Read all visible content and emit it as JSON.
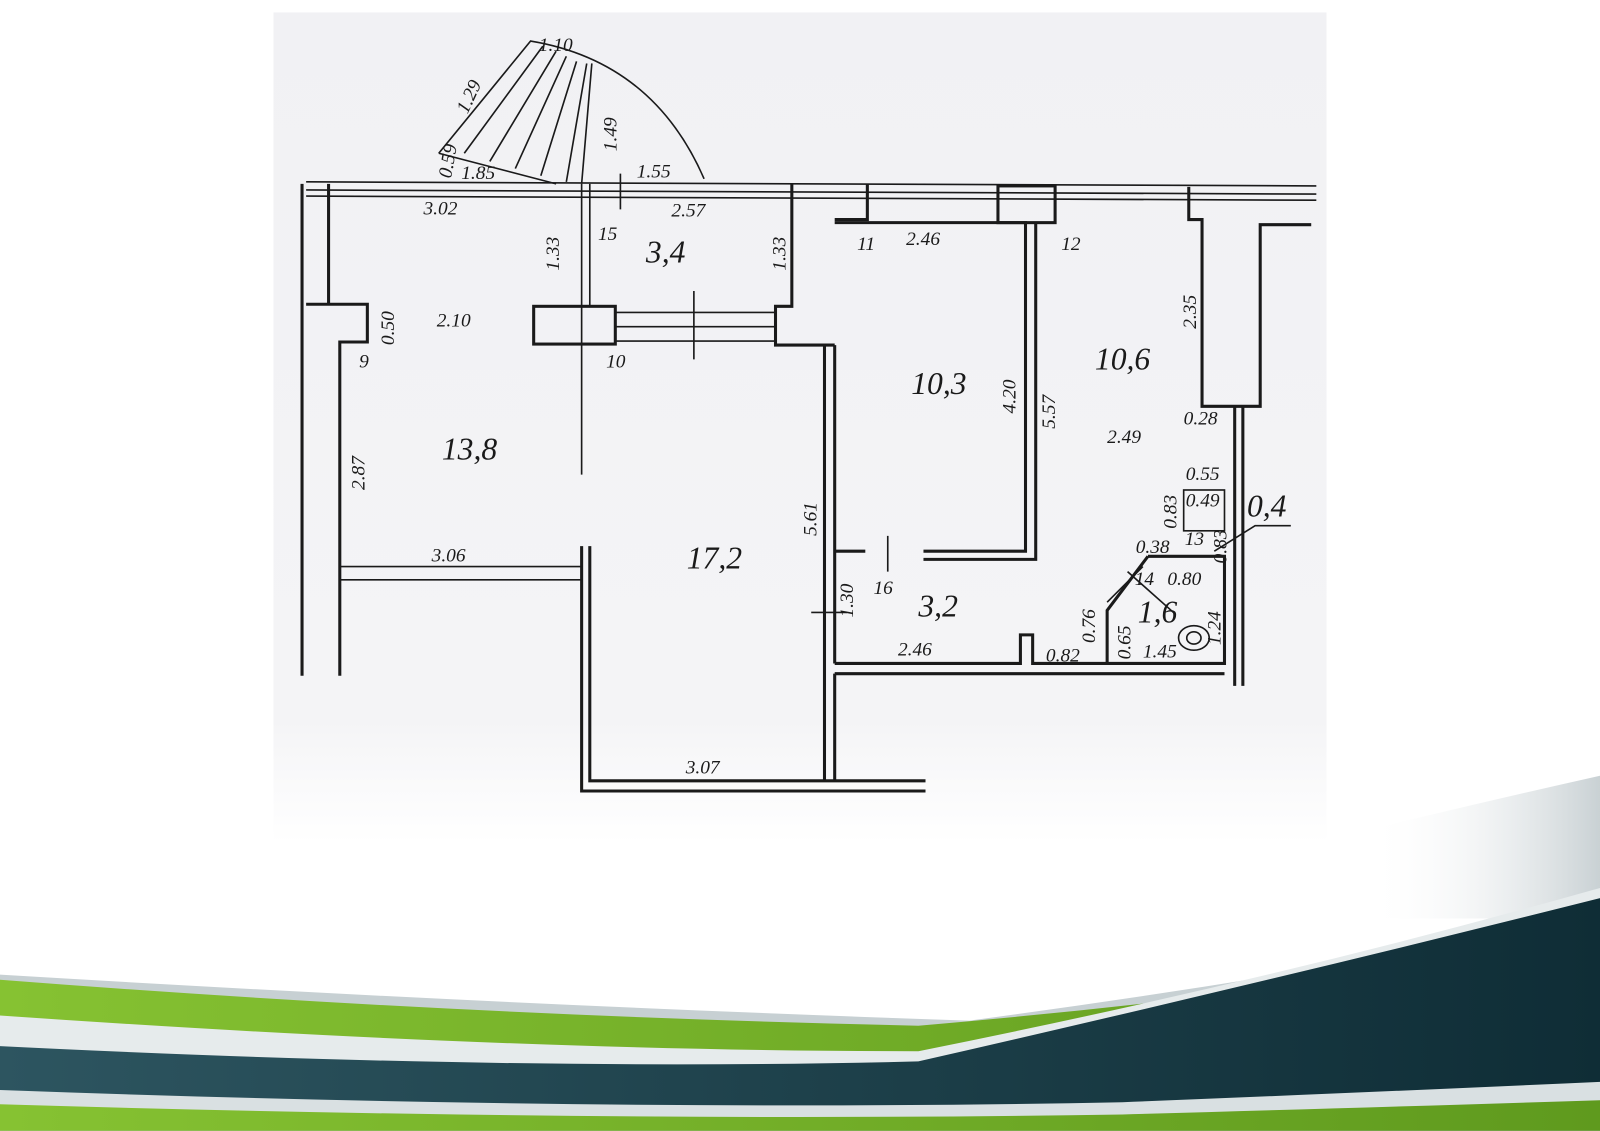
{
  "plan": {
    "room_areas": [
      "3,4",
      "13,8",
      "17,2",
      "10,3",
      "10,6",
      "3,2",
      "1,6",
      "0,4"
    ],
    "room_numbers": [
      "9",
      "10",
      "11",
      "12",
      "13",
      "14",
      "15",
      "16"
    ],
    "dimensions": [
      "1.10",
      "1.29",
      "0.59",
      "1.85",
      "1.49",
      "1.55",
      "3.02",
      "2.57",
      "1.33",
      "1.33",
      "2.46",
      "0.50",
      "2.10",
      "2.87",
      "3.06",
      "5.61",
      "4.20",
      "5.57",
      "2.35",
      "0.28",
      "2.49",
      "0.55",
      "0.83",
      "0.49",
      "0.83",
      "0.38",
      "0.80",
      "1.24",
      "0.76",
      "0.65",
      "1.45",
      "1.30",
      "2.46",
      "0.82",
      "3.07"
    ]
  },
  "colors": {
    "green": "#7cb82a",
    "teal": "#163942",
    "wall": "#1a1a1a"
  }
}
